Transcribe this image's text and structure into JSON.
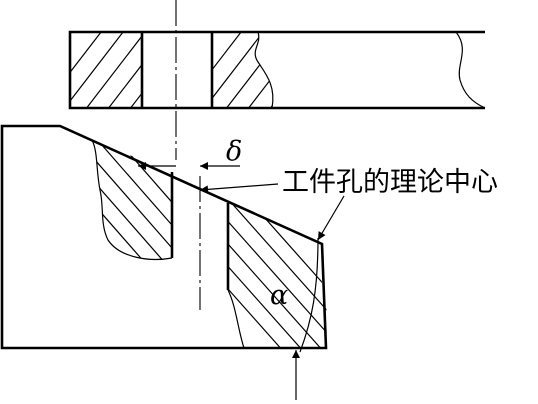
{
  "labels": {
    "deviation_symbol": "δ",
    "hole_center_label": "工件孔的理论中心",
    "angle_symbol": "α"
  }
}
